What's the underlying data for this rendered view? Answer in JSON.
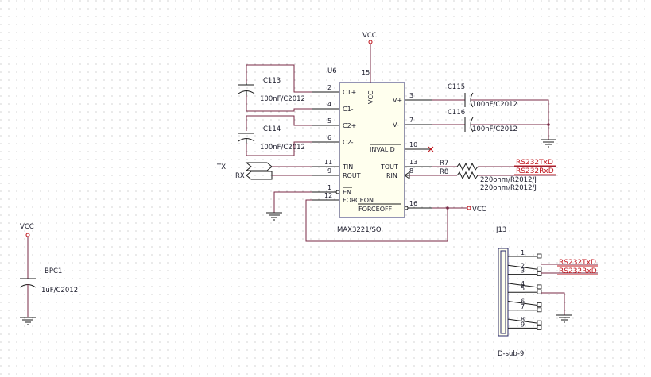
{
  "power": {
    "vcc": "VCC"
  },
  "u6": {
    "ref": "U6",
    "part": "MAX3221/SO",
    "vcc_pin_label": "VCC",
    "left_pins": [
      {
        "num": "2",
        "name": "C1+"
      },
      {
        "num": "4",
        "name": "C1-"
      },
      {
        "num": "5",
        "name": "C2+"
      },
      {
        "num": "6",
        "name": "C2-"
      },
      {
        "num": "11",
        "name": "TIN"
      },
      {
        "num": "9",
        "name": "ROUT"
      },
      {
        "num": "1",
        "name": "EN"
      },
      {
        "num": "12",
        "name": "FORCEON"
      }
    ],
    "right_pins": [
      {
        "num": "3",
        "name": "V+"
      },
      {
        "num": "7",
        "name": "V-"
      },
      {
        "num": "10",
        "name": "INVALID"
      },
      {
        "num": "13",
        "name": "TOUT"
      },
      {
        "num": "8",
        "name": "RIN"
      },
      {
        "num": "16",
        "name": "FORCEOFF"
      }
    ],
    "top_pin": {
      "num": "15"
    }
  },
  "capacitors": [
    {
      "ref": "C113",
      "value": "100nF/C2012"
    },
    {
      "ref": "C114",
      "value": "100nF/C2012"
    },
    {
      "ref": "C115",
      "value": "100nF/C2012"
    },
    {
      "ref": "C116",
      "value": "100nF/C2012"
    },
    {
      "ref": "BPC1",
      "value": "1uF/C2012"
    }
  ],
  "resistors": [
    {
      "ref": "R7",
      "value": "220ohm/R2012/J"
    },
    {
      "ref": "R8",
      "value": "220ohm/R2012/J"
    }
  ],
  "ports": {
    "tx": "TX",
    "rx": "RX"
  },
  "nets": {
    "txd": "RS232TxD",
    "rxd": "RS232RxD"
  },
  "connector": {
    "ref": "J13",
    "type": "D-sub-9",
    "pins": [
      "1",
      "2",
      "3",
      "4",
      "5",
      "6",
      "7",
      "8",
      "9"
    ]
  }
}
